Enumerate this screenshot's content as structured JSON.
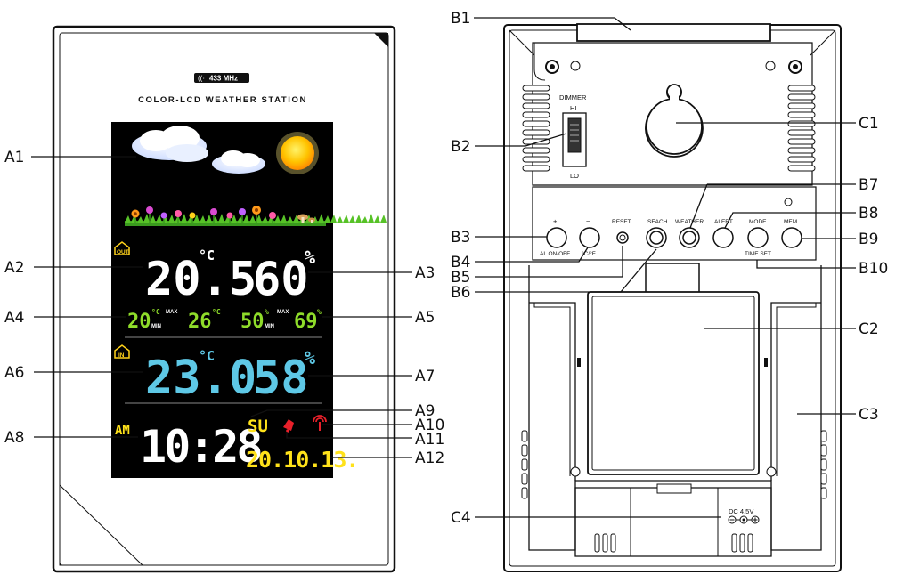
{
  "front": {
    "badge": "433 MHz",
    "title": "COLOR-LCD WEATHER STATION",
    "out_label": "OUT",
    "in_label": "IN",
    "out_temp": "20.5",
    "out_temp_unit": "°C",
    "out_hum": "60",
    "hum_unit": "%",
    "min_temp": "20",
    "max_temp": "26",
    "min_hum": "50",
    "max_hum": "69",
    "unit_c": "°C",
    "pct": "%",
    "min_label": "MIN",
    "max_label": "MAX",
    "in_temp": "23.0",
    "in_temp_unit": "°C",
    "in_hum": "58",
    "ampm": "AM",
    "time": "10:28",
    "weekday": "SU",
    "date": "20.10.13."
  },
  "back": {
    "dimmer": "DIMMER",
    "hi": "HI",
    "lo": "LO",
    "btn_plus": "+",
    "btn_minus": "−",
    "reset": "RESET",
    "seach": "SEACH",
    "weather": "WEATHER",
    "alert": "ALERT",
    "mode": "MODE",
    "mem": "MEM",
    "al_onoff": "AL ON/OFF",
    "cf": "°C/°F",
    "timeset": "TIME SET",
    "dc": "DC 4.5V"
  },
  "callouts": {
    "A1": "A1",
    "A2": "A2",
    "A3": "A3",
    "A4": "A4",
    "A5": "A5",
    "A6": "A6",
    "A7": "A7",
    "A8": "A8",
    "A9": "A9",
    "A10": "A10",
    "A11": "A11",
    "A12": "A12",
    "B1": "B1",
    "B2": "B2",
    "B3": "B3",
    "B4": "B4",
    "B5": "B5",
    "B6": "B6",
    "B7": "B7",
    "B8": "B8",
    "B9": "B9",
    "B10": "B10",
    "C1": "C1",
    "C2": "C2",
    "C3": "C3",
    "C4": "C4"
  },
  "colors": {
    "screen": "#000000",
    "white_seg": "#ffffff",
    "green_seg": "#8fdc2a",
    "cyan_seg": "#5ec8e6",
    "yellow_seg": "#ffe21a",
    "sun": "#ffb000",
    "alert_red": "#e8202a"
  }
}
